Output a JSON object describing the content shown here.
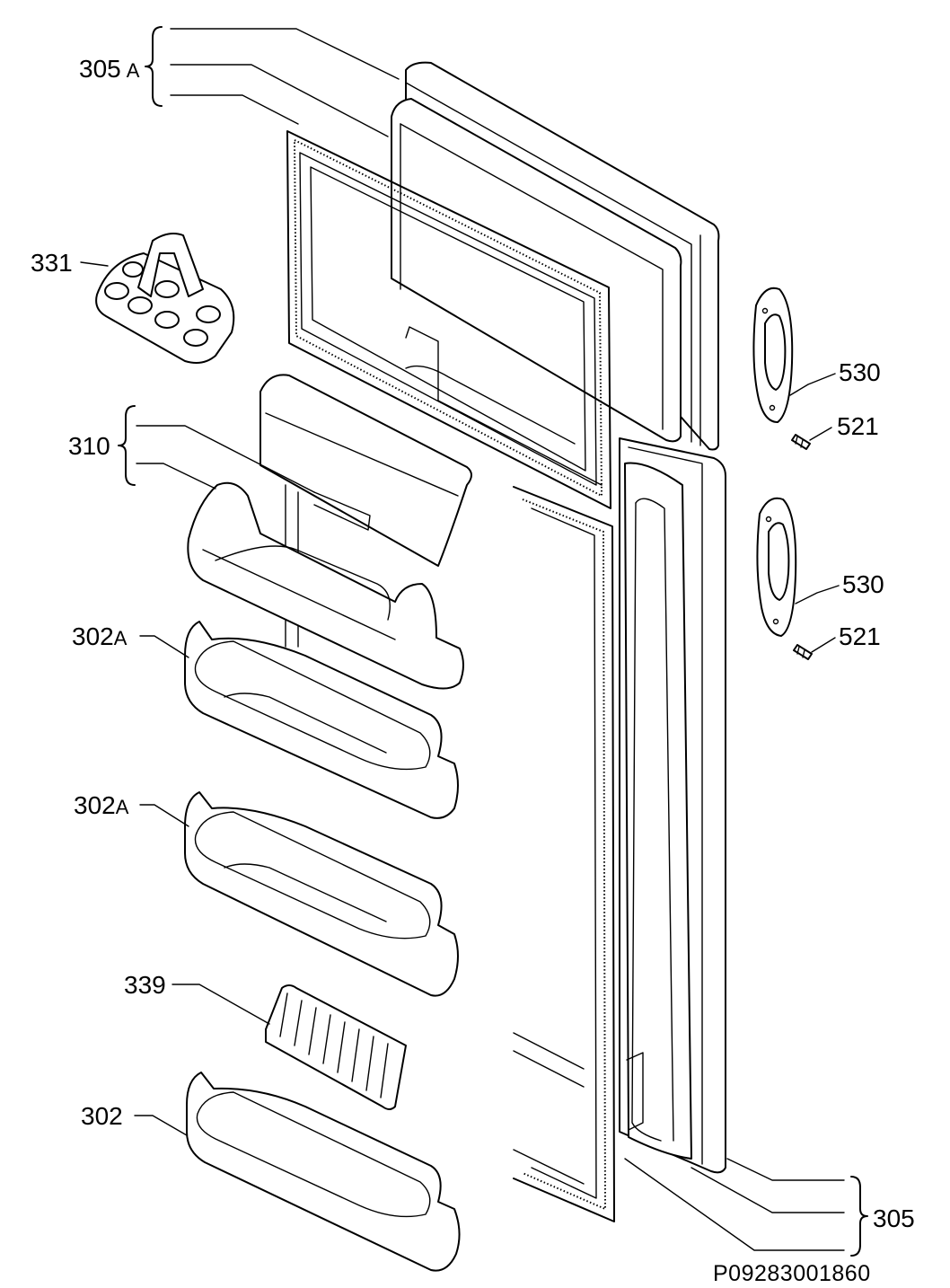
{
  "labels": {
    "l305a": {
      "num": "305",
      "suffix": "A"
    },
    "l331": {
      "num": "331"
    },
    "l310": {
      "num": "310"
    },
    "l302a_1": {
      "num": "302",
      "suffix": "A"
    },
    "l302a_2": {
      "num": "302",
      "suffix": "A"
    },
    "l339": {
      "num": "339"
    },
    "l302": {
      "num": "302"
    },
    "l530_1": {
      "num": "530"
    },
    "l521_1": {
      "num": "521"
    },
    "l530_2": {
      "num": "530"
    },
    "l521_2": {
      "num": "521"
    },
    "l305": {
      "num": "305"
    }
  },
  "drawing_ref": "P09283001860"
}
